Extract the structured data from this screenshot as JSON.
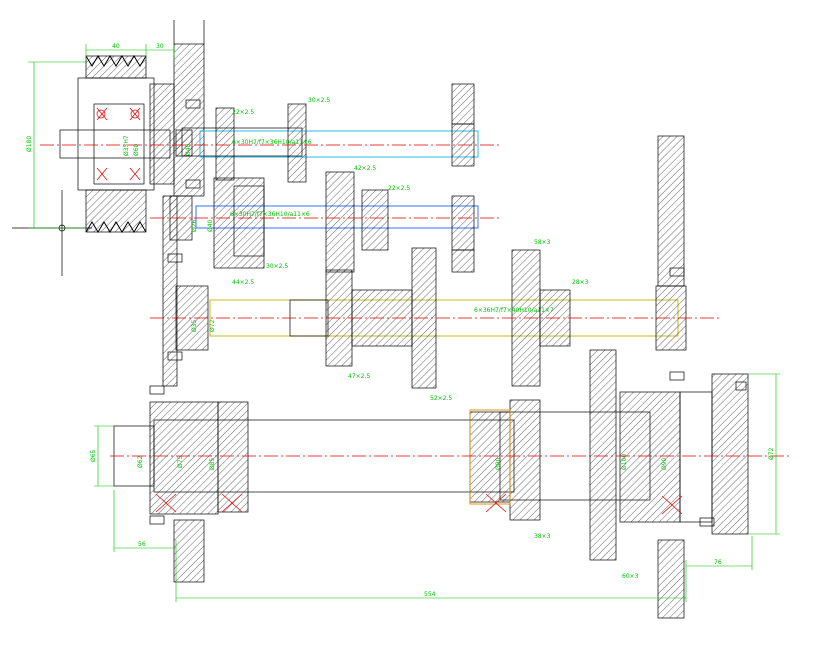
{
  "drawing": {
    "dimensions": {
      "pulley_width": "40",
      "pulley_gap": "30",
      "pulley_height": "Ø180",
      "shaft_left_diameter": "Ø65",
      "spindle_left_offset": "56",
      "overall_length": "554",
      "right_offset": "76",
      "right_diameter": "Ø72"
    },
    "gear_labels": [
      {
        "text": "22×2.5"
      },
      {
        "text": "30×2.5"
      },
      {
        "text": "42×2.5"
      },
      {
        "text": "22×2.5"
      },
      {
        "text": "30×2.5"
      },
      {
        "text": "44×2.5"
      },
      {
        "text": "58×3"
      },
      {
        "text": "28×3"
      },
      {
        "text": "47×2.5"
      },
      {
        "text": "52×2.5"
      },
      {
        "text": "38×3"
      },
      {
        "text": "60×3"
      }
    ],
    "spline_labels": [
      "6×30H7/f7×36H10/a11×6",
      "6×30H7/f7×36H10/a11×6",
      "6×36H7/f7×40H10/a11×7"
    ],
    "bearing_labels": [
      "Ø35H7",
      "Ø40",
      "Ø60",
      "Ø26",
      "Ø40",
      "Ø35",
      "Ø72",
      "Ø62",
      "Ø75",
      "Ø85",
      "Ø80",
      "Ø100",
      "Ø90"
    ]
  }
}
